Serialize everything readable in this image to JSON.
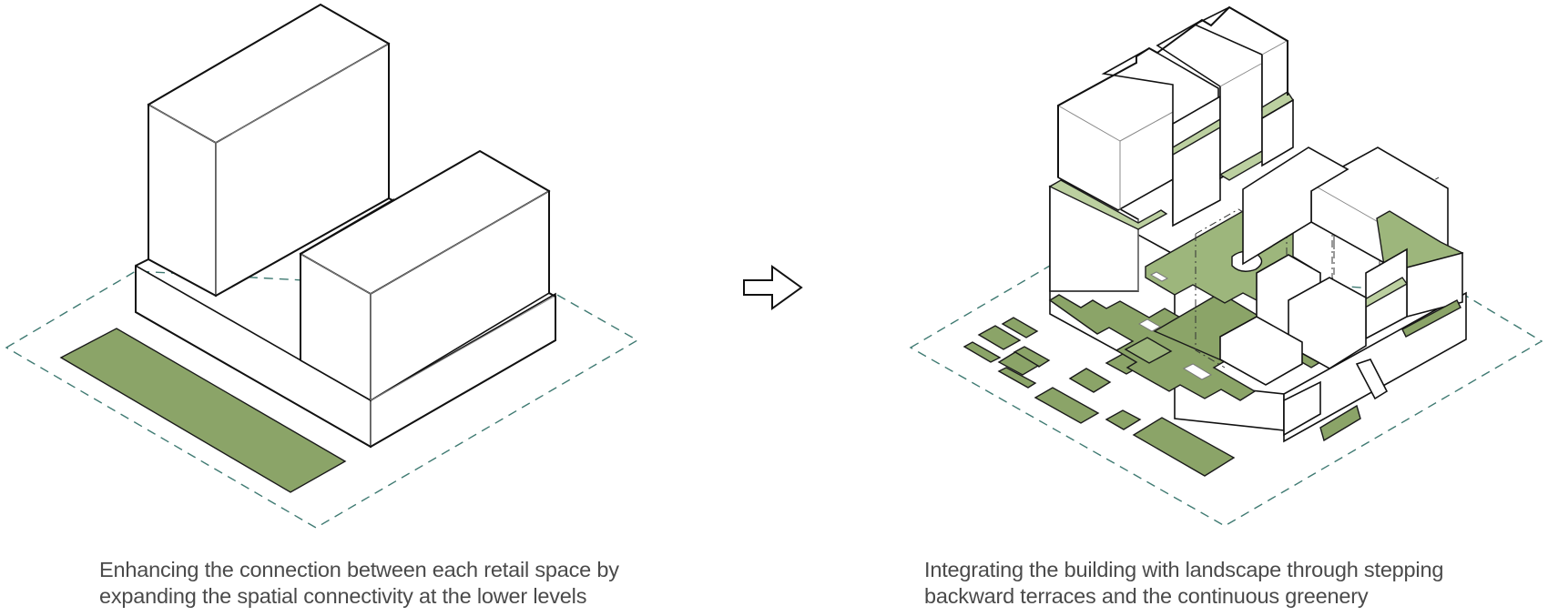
{
  "figure": {
    "type": "axonometric-massing-diagram",
    "panels": [
      {
        "id": "before",
        "caption_lines": [
          "Enhancing the connection between each retail space by",
          "expanding the spatial connectivity at the lower levels"
        ]
      },
      {
        "id": "after",
        "caption_lines": [
          "Integrating the building with landscape through stepping",
          "backward terraces and the continuous greenery"
        ]
      }
    ],
    "transition_icon": "right-arrow-outline-icon"
  },
  "colors": {
    "landscape_green": "#8ba468",
    "terrace_green_light": "#bcd0a0",
    "terrace_green_mid": "#9db67c",
    "site_boundary_dash": "#3f7a72",
    "outline": "#111111",
    "caption_text": "#4a4a4a",
    "background": "#ffffff"
  },
  "legend_semantics": {
    "site_boundary": "dashed teal line",
    "green_space": "filled olive green",
    "hidden_volumes": "dash-dot outline"
  }
}
